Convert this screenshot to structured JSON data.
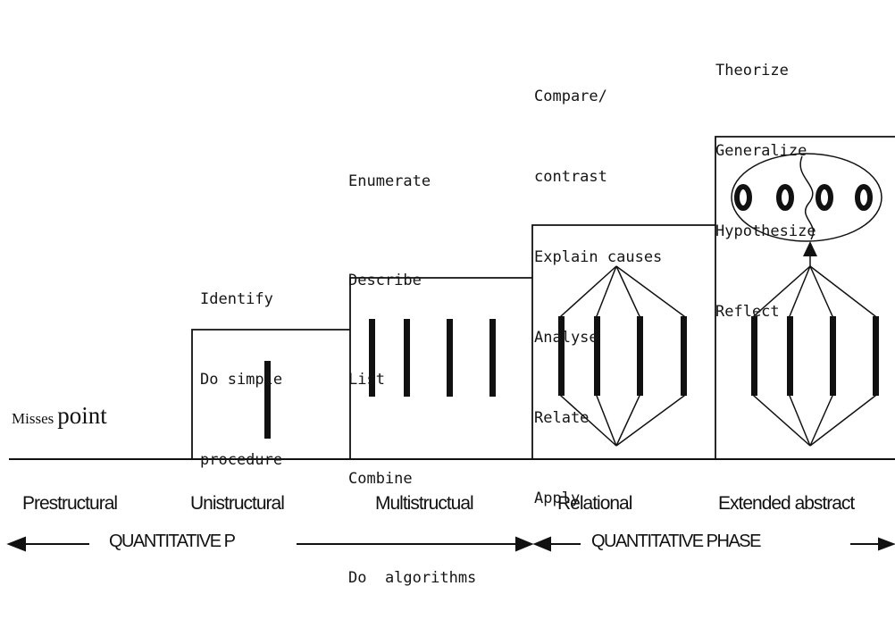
{
  "levels": [
    {
      "name": "Prestructural",
      "verbs": [],
      "note": {
        "small": "Misses",
        "big": "point"
      }
    },
    {
      "name": "Unistructural",
      "verbs": [
        "Identify",
        "Do simple",
        "procedure"
      ]
    },
    {
      "name": "Multistructual",
      "verbs": [
        "Enumerate",
        "Describe",
        "List",
        "Combine",
        "Do  algorithms"
      ]
    },
    {
      "name": "Relational",
      "verbs": [
        "Compare/",
        "contrast",
        "Explain causes",
        "Analyse",
        "Relate",
        "Apply"
      ]
    },
    {
      "name": "Extended abstract",
      "verbs": [
        "Theorize",
        "Generalize",
        "Hypothesize",
        "Reflect"
      ]
    }
  ],
  "phases": [
    {
      "label": "QUANTITATIVE P"
    },
    {
      "label": "QUANTITATIVE PHASE"
    }
  ],
  "colors": {
    "ink": "#111111",
    "background": "#ffffff"
  }
}
